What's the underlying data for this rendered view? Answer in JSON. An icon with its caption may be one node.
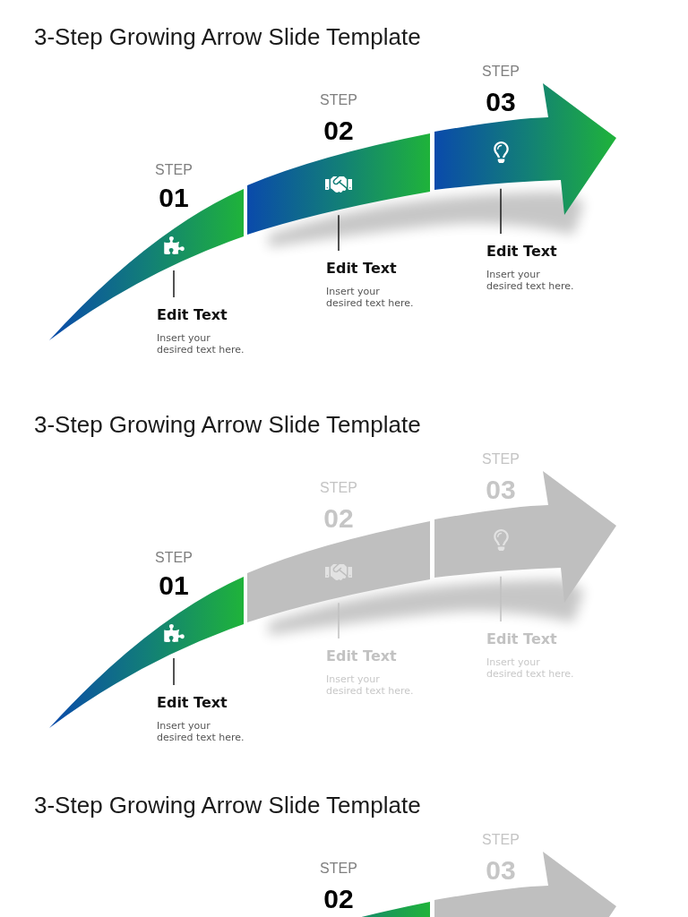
{
  "diagram": {
    "title": "3-Step Growing Arrow Slide Template",
    "nodes": [
      {
        "text": [],
        "shape": "band",
        "beside": [
          "STEP",
          "01"
        ]
      },
      {
        "text": [],
        "shape": "band",
        "beside": [
          "STEP",
          "02"
        ]
      },
      {
        "text": [],
        "shape": "arrow",
        "beside": [
          "STEP",
          "03"
        ]
      },
      {
        "text": [
          "Edit Text",
          "Insert your desired text here."
        ]
      },
      {
        "text": [
          "Edit Text",
          "Insert your desired text here."
        ]
      },
      {
        "text": [
          "Edit Text",
          "Insert your desired text here."
        ]
      },
      {
        "text": [],
        "shape": "band",
        "beside": [
          "STEP",
          "01"
        ]
      },
      {
        "text": [],
        "shape": "band",
        "beside": [
          "STEP",
          "02"
        ]
      },
      {
        "text": [],
        "shape": "arrow",
        "beside": [
          "STEP",
          "03"
        ]
      },
      {
        "text": [
          "Edit Text",
          "Insert your desired text here."
        ]
      },
      {
        "text": [
          "Edit Text",
          "Insert your desired text here."
        ]
      },
      {
        "text": [
          "Edit Text",
          "Insert your desired text here."
        ]
      },
      {
        "text": [],
        "shape": "band",
        "beside": [
          "STEP",
          "02"
        ]
      },
      {
        "text": [],
        "shape": "arrow",
        "beside": [
          "STEP",
          "03"
        ]
      }
    ],
    "edges": [
      {
        "from": 3,
        "to": 0,
        "arrow": "none"
      },
      {
        "from": 4,
        "to": 1,
        "arrow": "none"
      },
      {
        "from": 5,
        "to": 2,
        "arrow": "none"
      },
      {
        "from": 9,
        "to": 6,
        "arrow": "none"
      },
      {
        "from": 10,
        "to": 7,
        "arrow": "none",
        "color": "#c0c0c0"
      },
      {
        "from": 11,
        "to": 8,
        "arrow": "none",
        "color": "#c0c0c0"
      }
    ],
    "labels": [
      "3-Step Growing Arrow Slide Template",
      "3-Step Growing Arrow Slide Template"
    ]
  }
}
